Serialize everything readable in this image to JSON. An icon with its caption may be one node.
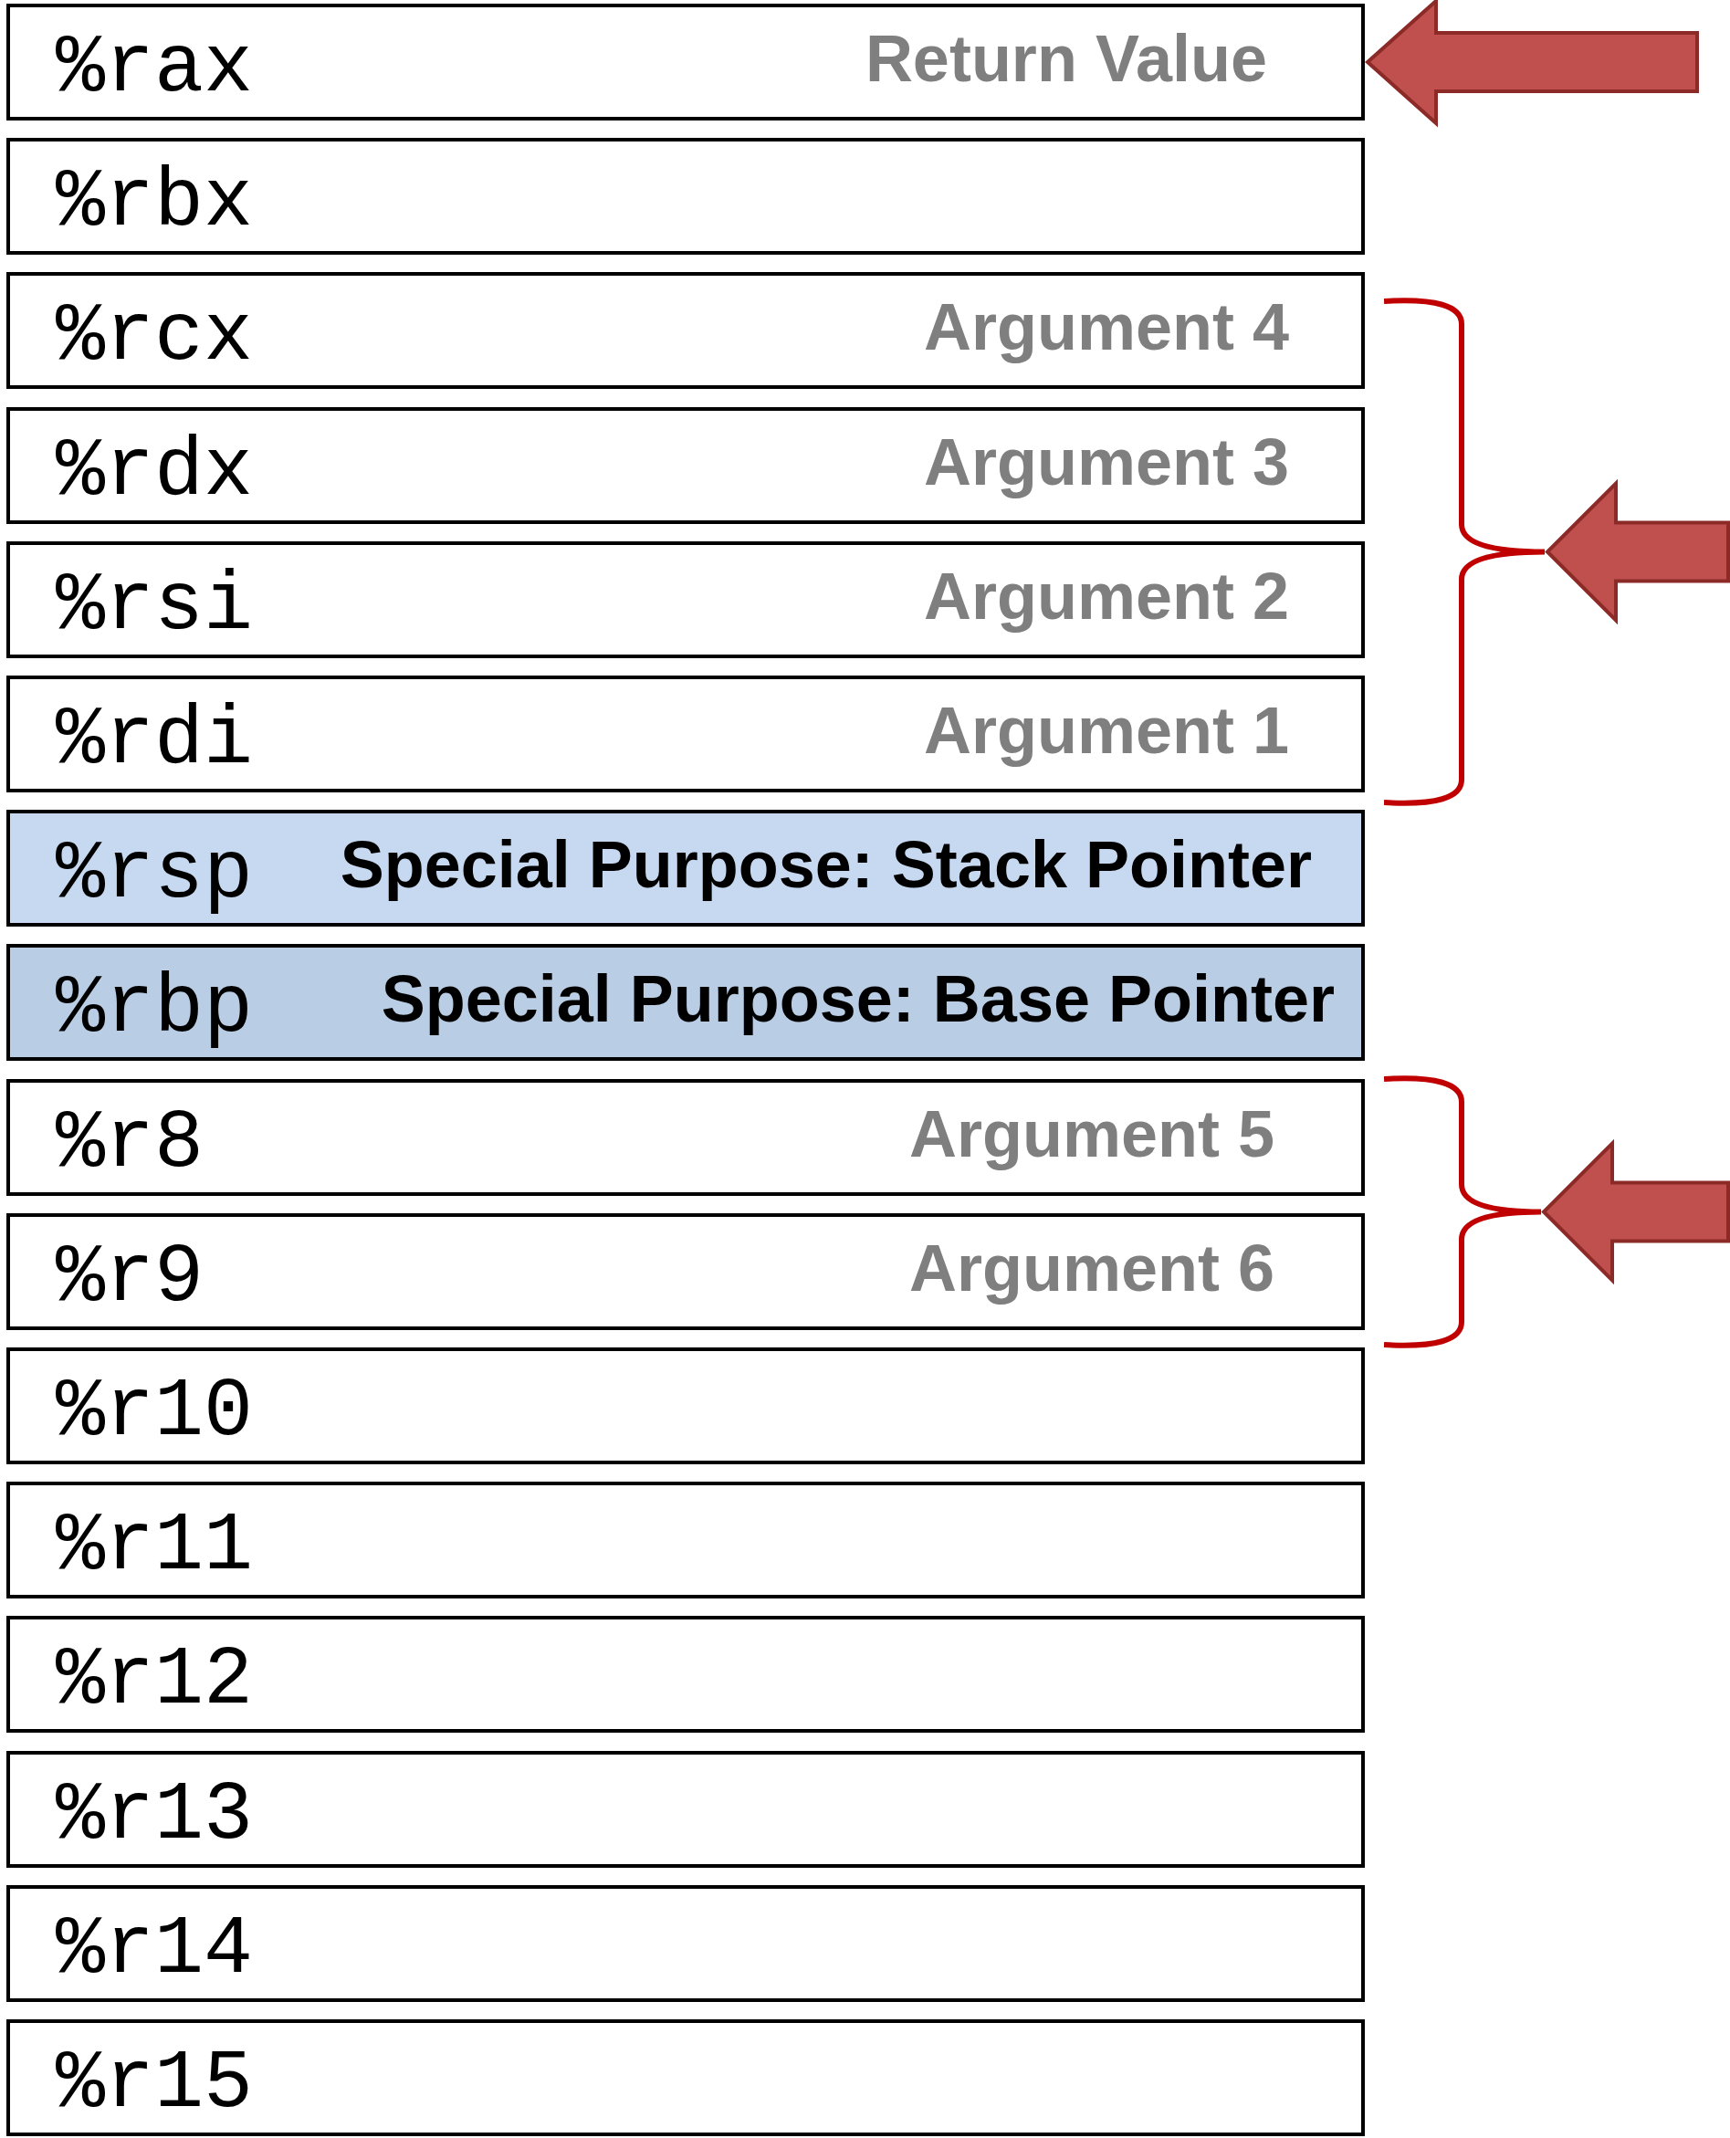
{
  "diagram": {
    "nodes": [
      {
        "text": [
          "%rax",
          "Return Value"
        ]
      },
      {
        "text": [
          "%rbx"
        ]
      },
      {
        "text": [
          "%rcx",
          "Argument 4"
        ]
      },
      {
        "text": [
          "%rdx",
          "Argument 3"
        ]
      },
      {
        "text": [
          "%rsi",
          "Argument 2"
        ]
      },
      {
        "text": [
          "%rdi",
          "Argument 1"
        ]
      },
      {
        "text": [
          "%rsp",
          "Special Purpose: Stack Pointer"
        ]
      },
      {
        "text": [
          "%rbp",
          "Special Purpose: Base Pointer"
        ]
      },
      {
        "text": [
          "%r8",
          "Argument 5"
        ]
      },
      {
        "text": [
          "%r9",
          "Argument 6"
        ]
      },
      {
        "text": [
          "%r10"
        ]
      },
      {
        "text": [
          "%r11"
        ]
      },
      {
        "text": [
          "%r12"
        ]
      },
      {
        "text": [
          "%r13"
        ]
      },
      {
        "text": [
          "%r14"
        ]
      },
      {
        "text": [
          "%r15"
        ]
      },
      {
        "text": [],
        "shape": "bracket"
      },
      {
        "text": [],
        "shape": "bracket"
      }
    ],
    "edges": [
      {
        "from": null,
        "to": 0,
        "arrow": "to"
      },
      {
        "from": null,
        "to": 16,
        "arrow": "to"
      },
      {
        "from": null,
        "to": 17,
        "arrow": "to"
      }
    ]
  }
}
